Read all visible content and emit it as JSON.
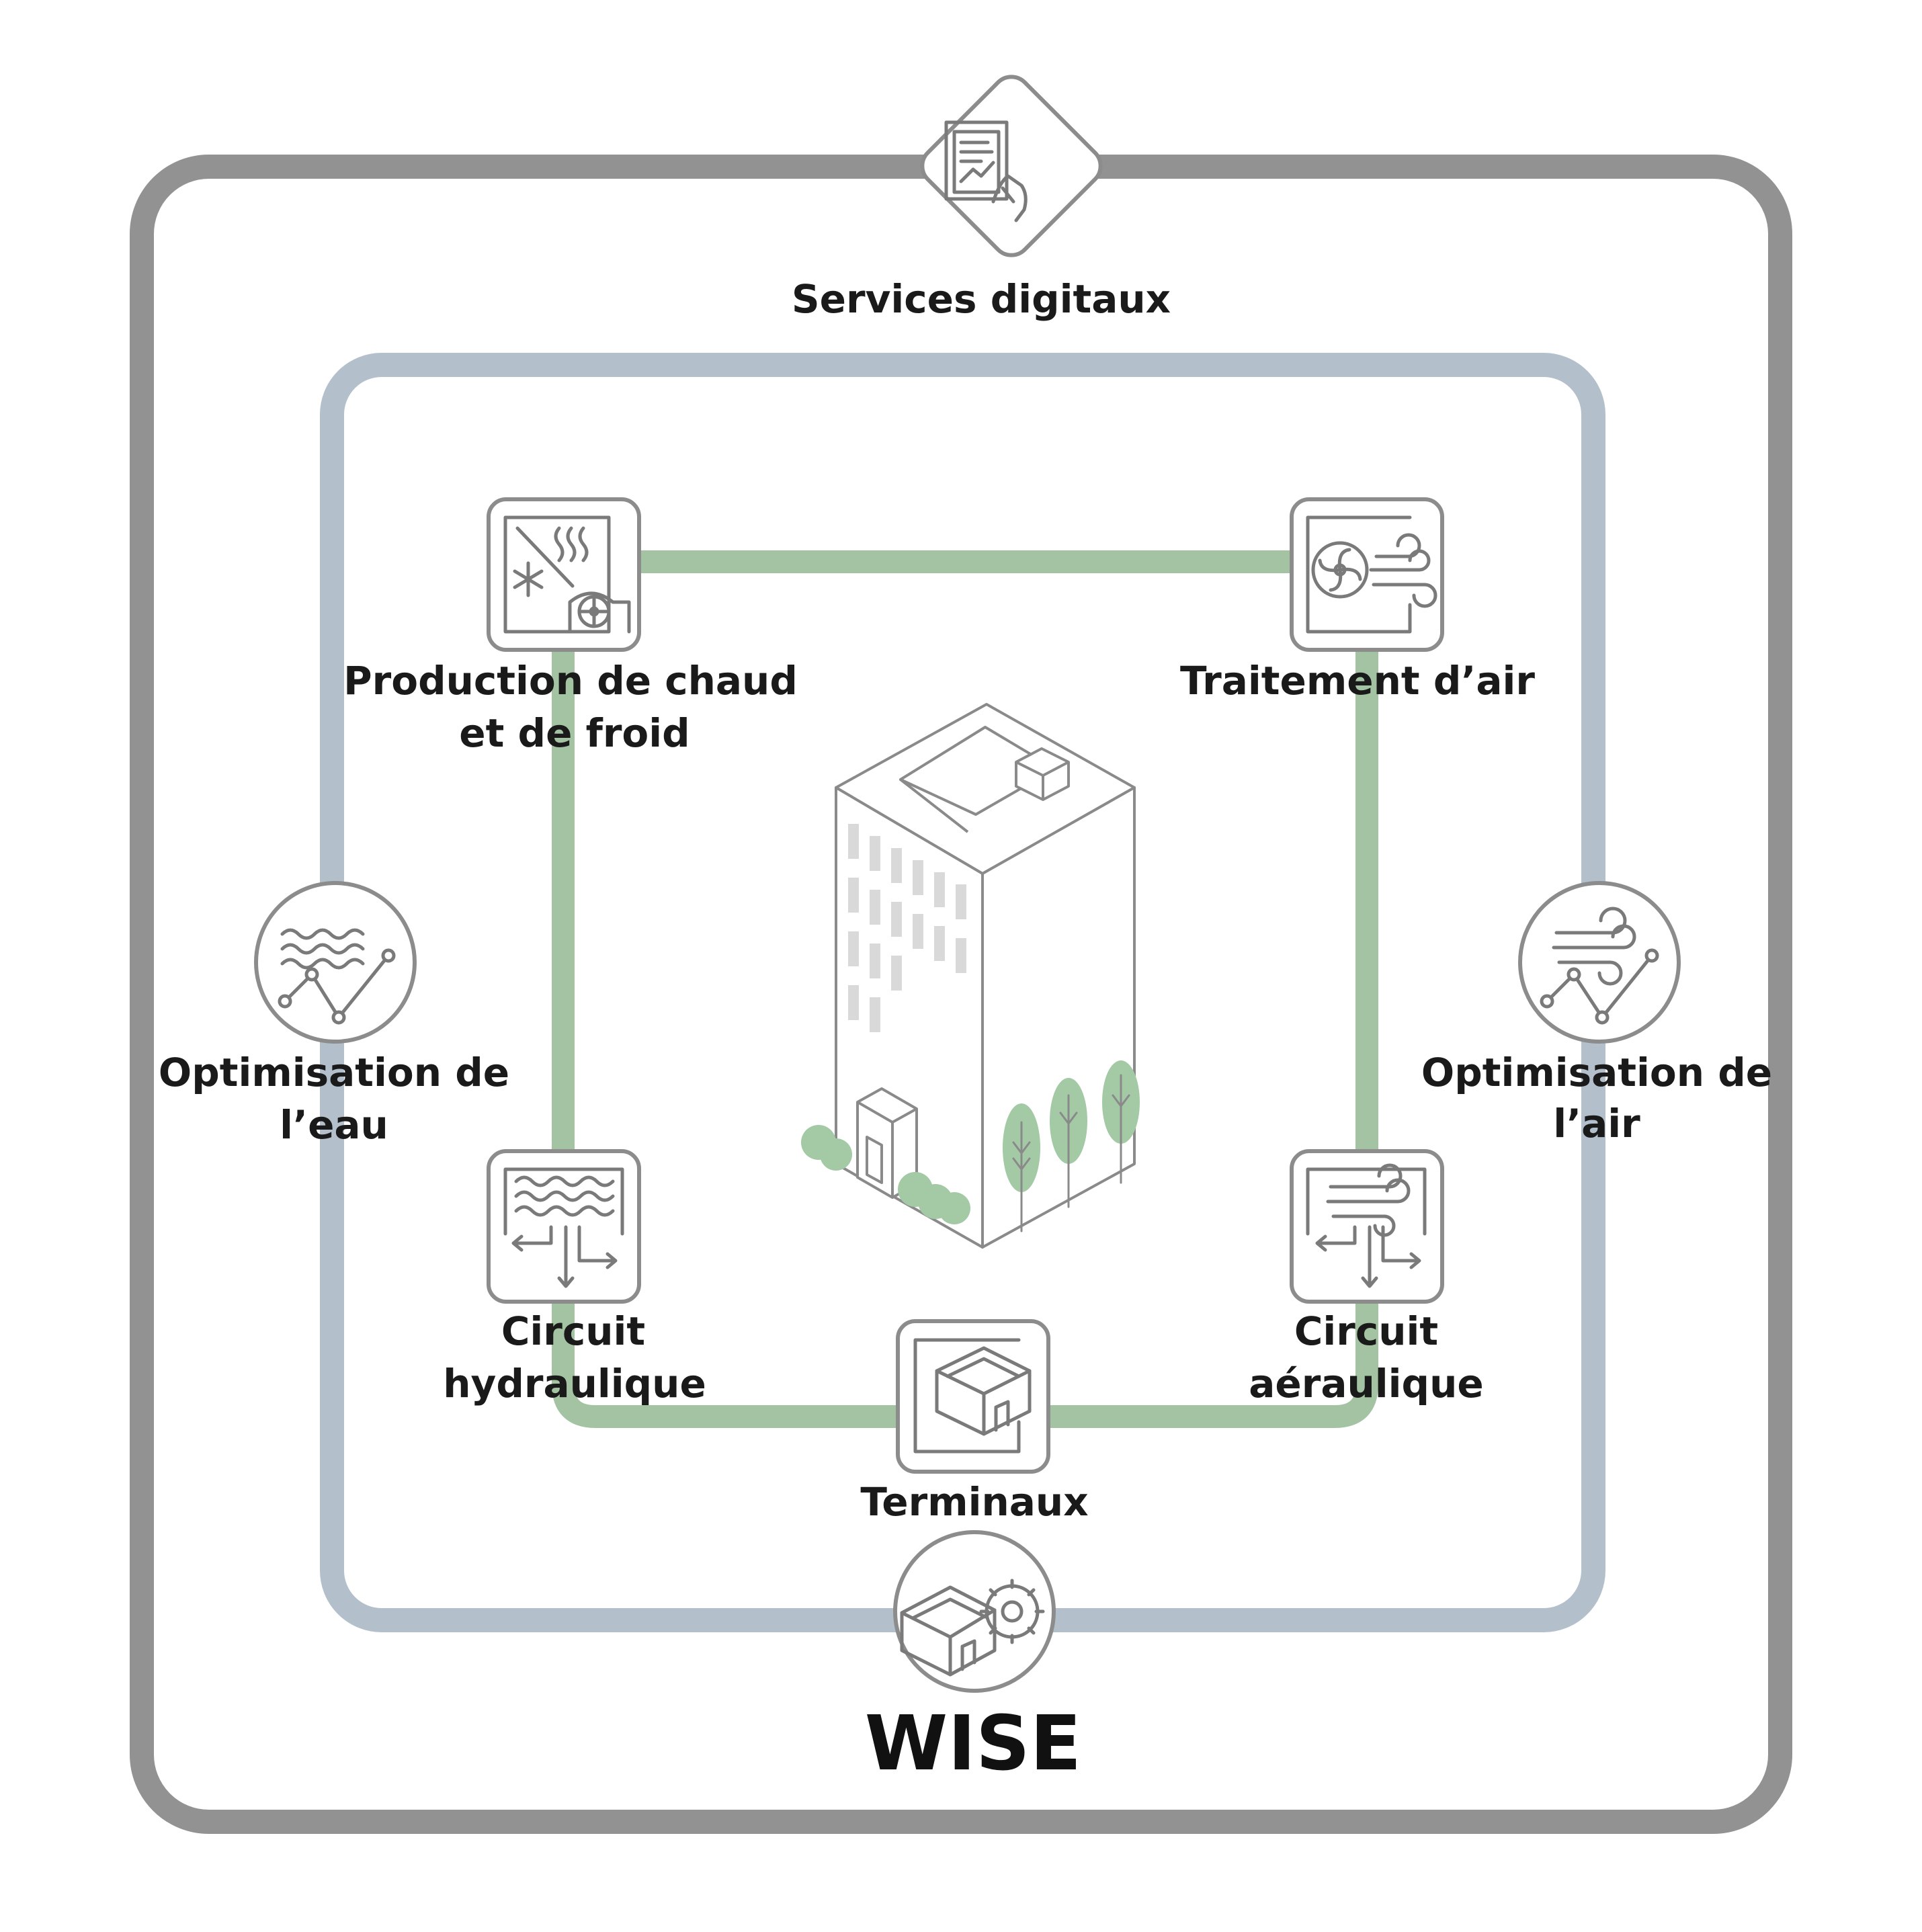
{
  "colors": {
    "outer_ring": "#929292",
    "inner_ring": "#b3c0cb",
    "loop": "#a3c3a2",
    "icon_stroke": "#7a7a7a",
    "tree_fill": "#a3c9a5",
    "window_fill": "#d9d9d9"
  },
  "nodes": {
    "services": {
      "label": "Services digitaux",
      "icon": "document-chart-hand-icon"
    },
    "production": {
      "label_line1": "Production de chaud",
      "label_line2": "et de froid",
      "icon": "heat-cold-production-icon"
    },
    "traitement": {
      "label": "Traitement d’air",
      "icon": "air-handling-fan-icon"
    },
    "opt_eau": {
      "label_line1": "Optimisation de",
      "label_line2": "l’eau",
      "icon": "water-optimization-icon"
    },
    "opt_air": {
      "label_line1": "Optimisation de",
      "label_line2": "l’air",
      "icon": "air-optimization-icon"
    },
    "hydraulique": {
      "label_line1": "Circuit",
      "label_line2": "hydraulique",
      "icon": "hydraulic-circuit-icon"
    },
    "aeraulique": {
      "label_line1": "Circuit",
      "label_line2": "aéraulique",
      "icon": "air-circuit-icon"
    },
    "terminaux": {
      "label": "Terminaux",
      "icon": "room-terminal-icon"
    },
    "wise": {
      "label": "WISE",
      "icon": "room-gear-icon"
    }
  },
  "center": {
    "icon": "office-building-icon"
  }
}
